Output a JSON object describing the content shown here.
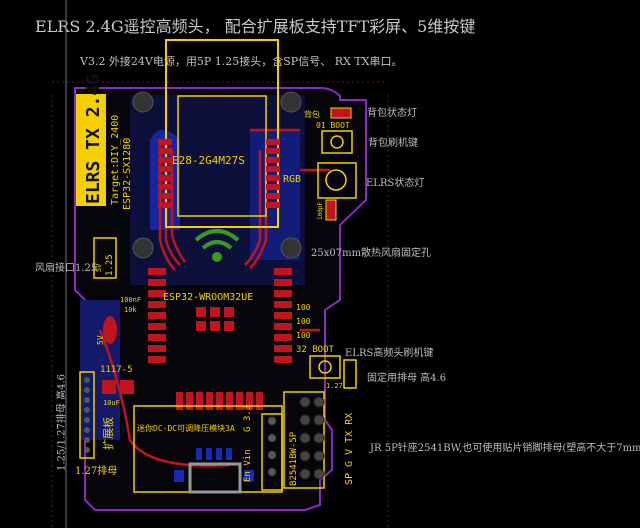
{
  "header": {
    "title": "ELRS 2.4G遥控高频头， 配合扩展板支持TFT彩屏、5维按键",
    "subtitle": "V3.2 外接24V电源，用5P 1.25接头，含SP信号、 RX TX串口。"
  },
  "annotations": {
    "backpack_led": "背包状态灯",
    "backpack_flash_key": "背包刷机键",
    "elrs_led": "ELRS状态灯",
    "fan_holes": "25x07mm散热风扇固定孔",
    "fan_port": "风扇接口1.25",
    "elrs_flash_key": "ELRS高频头刷机键",
    "fixing_header": "固定用排母 高4.6",
    "jr_header": "JR 5P针座2541BW,也可使用贴片销脚排母(塑高不大于7mm)",
    "header_125_127": "1.25/1.27排母 高4.6",
    "header_127": "1.27排母"
  },
  "silkscreen": {
    "logo": "ELRS TX 2.4G",
    "target": "Target:DIY_2400",
    "chipset": "ESP32-SX1280",
    "rf_module": "E28-2G4M27S",
    "rgb": "RGB",
    "mcu": "ESP32-WROOM32UE",
    "backpack": "背包",
    "boot01": "01 BOOT",
    "boot32": "32 BOOT",
    "cap_100nf": "100nF",
    "res_10k": "10k",
    "v5": "5V",
    "ldo": "1117-5",
    "cap_10uf": "10uF",
    "expansion": "扩展板",
    "dcdc": "迷你DC-DC可调降压模块3A",
    "g33": "G 3.3",
    "envin": "En Vin",
    "connector": "B2541BW-5P",
    "pins": "SP G V TX RX",
    "pitch127": "1.27",
    "pitch125": "1.25",
    "r100": "100",
    "cap_100pf": "100pF"
  },
  "colors": {
    "silk": "#f5d000",
    "top_copper": "#c0141e",
    "bottom_copper": "#1a2ab8",
    "outline": "#8a2ac0",
    "background": "#000000"
  }
}
